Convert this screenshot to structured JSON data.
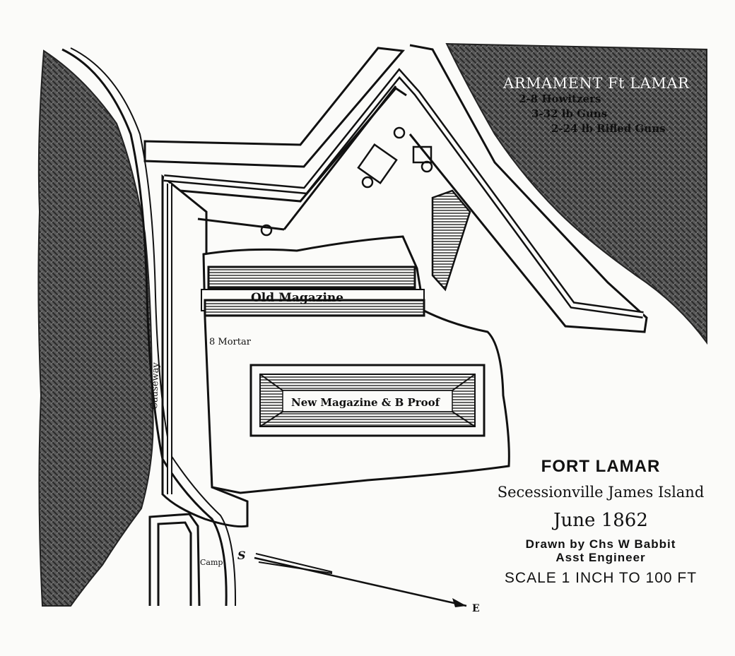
{
  "map": {
    "title": "FORT LAMAR",
    "location": "Secessionville James Island",
    "date": "June 1862",
    "drawn_by": "Drawn by Chs W Babbit",
    "role": "Asst Engineer",
    "scale": "SCALE 1 INCH TO 100 FT"
  },
  "armament": {
    "title": "ARMAMENT Ft LAMAR",
    "items": [
      "2-8 Howitzers",
      "3-32 lb Guns",
      "2-24 lb Rifled Guns"
    ]
  },
  "labels": {
    "old_magazine": "Old Magazine",
    "new_magazine": "New Magazine & B Proof",
    "mortar": "8 Mortar",
    "causeway": "Causeway",
    "camp": "Camp"
  },
  "compass": {
    "south": "S",
    "east": "E"
  },
  "colors": {
    "ink": "#111111",
    "paper": "#fbfbf9",
    "marsh": "#3a3a3a"
  }
}
